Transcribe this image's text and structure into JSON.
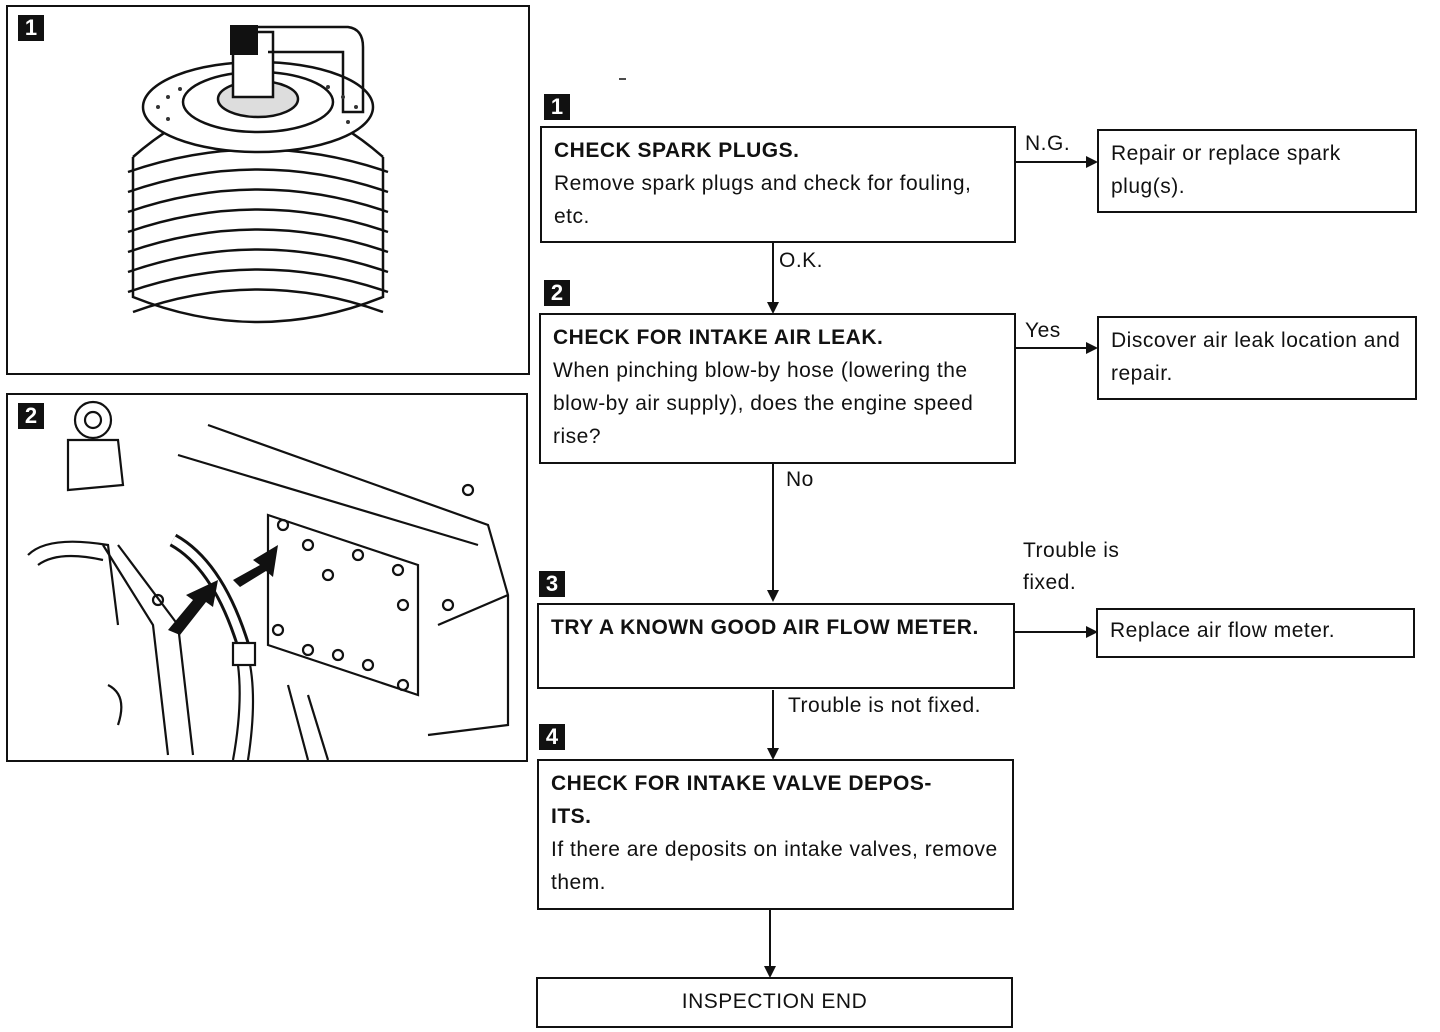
{
  "illustrations": [
    {
      "badge": "1",
      "icon": "spark-plug-illustration"
    },
    {
      "badge": "2",
      "icon": "engine-blowby-hose-illustration"
    }
  ],
  "steps": [
    {
      "badge": "1",
      "heading": "CHECK SPARK PLUGS.",
      "body": "Remove spark plugs and check for fouling, etc."
    },
    {
      "badge": "2",
      "heading": "CHECK FOR INTAKE AIR LEAK.",
      "body": "When pinching blow-by hose (lowering the blow-by air supply), does the engine speed rise?"
    },
    {
      "badge": "3",
      "heading": "TRY A KNOWN GOOD AIR FLOW METER.",
      "body": ""
    },
    {
      "badge": "4",
      "heading": "CHECK FOR INTAKE VALVE DEPOS-ITS.",
      "body": "If there are deposits on intake valves, remove them."
    }
  ],
  "actions": [
    {
      "text": "Repair or replace spark plug(s)."
    },
    {
      "text": "Discover air leak location and repair."
    },
    {
      "text": "Replace air flow meter."
    }
  ],
  "edge_labels": {
    "ng": "N.G.",
    "ok": "O.K.",
    "yes": "Yes",
    "no": "No",
    "fixed": "Trouble is fixed.",
    "not_fixed": "Trouble is not fixed."
  },
  "end": "INSPECTION END"
}
